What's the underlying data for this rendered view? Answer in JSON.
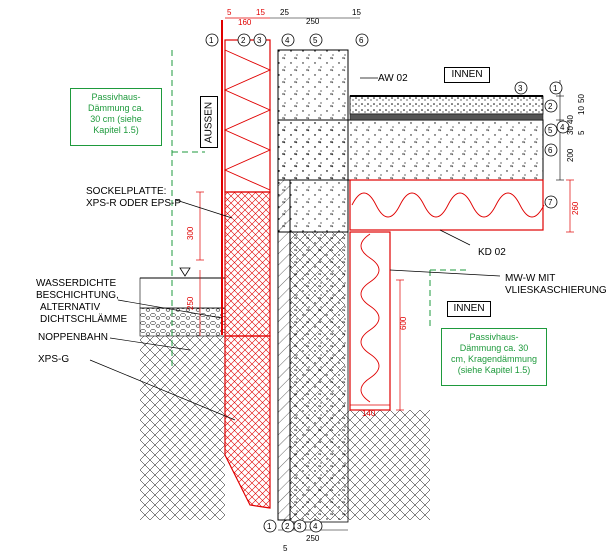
{
  "labels": {
    "aussen": "AUSSEN",
    "innen_top": "INNEN",
    "innen_mid": "INNEN",
    "aw02": "AW 02",
    "kd02": "KD 02",
    "sockelplatte_1": "SOCKELPLATTE:",
    "sockelplatte_2": "XPS-R ODER EPS-P",
    "wasser_1": "WASSERDICHTE",
    "wasser_2": "BESCHICHTUNG,",
    "wasser_3": "ALTERNATIV",
    "wasser_4": "DICHTSCHLÄMME",
    "noppenbahn": "NOPPENBAHN",
    "xpsg": "XPS-G",
    "mww_1": "MW-W MIT",
    "mww_2": "VLIESKASCHIERUNG"
  },
  "green_box_top": [
    "Passivhaus-",
    "Dämmung ca.",
    "30 cm (siehe",
    "Kapitel 1.5)"
  ],
  "green_box_bottom": [
    "Passivhaus-",
    "Dämmung ca. 30",
    "cm, Kragendämmung",
    "(siehe Kapitel 1.5)"
  ],
  "dimensions": {
    "top_5": "5",
    "top_160": "160",
    "top_15": "15",
    "top_25": "25",
    "top_250": "250",
    "top_15b": "15",
    "bot_5": "5",
    "bot_250": "250",
    "d300": "300",
    "d250": "250",
    "d600": "600",
    "d140": "140",
    "r50": "50",
    "r10": "10",
    "r40": "40",
    "r30": "30",
    "r5": "5",
    "r200": "200",
    "r260": "260"
  },
  "markers_top": [
    "1",
    "2",
    "3",
    "4",
    "5",
    "6"
  ],
  "markers_right": [
    "1",
    "2",
    "3",
    "4",
    "5",
    "6",
    "7"
  ],
  "markers_bottom": [
    "1",
    "2",
    "3",
    "4"
  ],
  "colors": {
    "red": "#e00000",
    "green": "#1e9a3c",
    "black": "#000000"
  }
}
